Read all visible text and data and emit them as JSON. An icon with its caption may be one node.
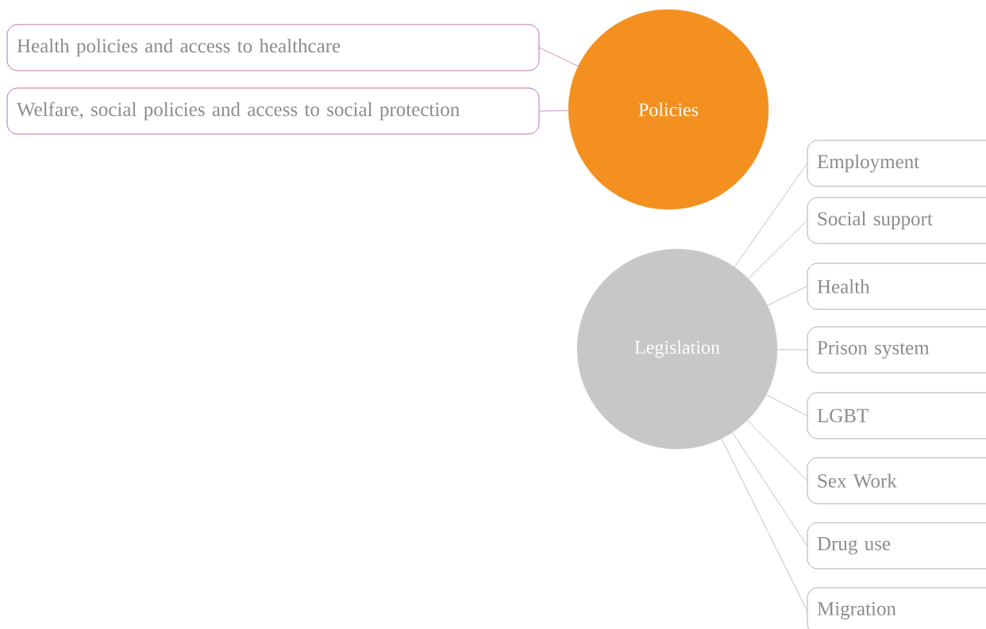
{
  "diagram": {
    "nodes": [
      {
        "text": [
          "Policies"
        ]
      },
      {
        "text": [
          "Health policies and access to healthcare"
        ]
      },
      {
        "text": [
          "Welfare, social policies and access to social protection"
        ]
      },
      {
        "text": [
          "Legislation"
        ]
      },
      {
        "text": [
          "Employment"
        ]
      },
      {
        "text": [
          "Social support"
        ]
      },
      {
        "text": [
          "Health"
        ]
      },
      {
        "text": [
          "Prison system"
        ]
      },
      {
        "text": [
          "LGBT"
        ]
      },
      {
        "text": [
          "Sex Work"
        ]
      },
      {
        "text": [
          "Drug use"
        ]
      },
      {
        "text": [
          "Migration"
        ]
      }
    ],
    "edges": [
      {
        "from": 0,
        "to": 1,
        "arrow": "none",
        "color": "#a64d9e"
      },
      {
        "from": 0,
        "to": 2,
        "arrow": "none",
        "color": "#a64d9e"
      },
      {
        "from": 3,
        "to": 4,
        "arrow": "none"
      },
      {
        "from": 3,
        "to": 5,
        "arrow": "none"
      },
      {
        "from": 3,
        "to": 6,
        "arrow": "none"
      },
      {
        "from": 3,
        "to": 7,
        "arrow": "none"
      },
      {
        "from": 3,
        "to": 8,
        "arrow": "none"
      },
      {
        "from": 3,
        "to": 9,
        "arrow": "none"
      },
      {
        "from": 3,
        "to": 10,
        "arrow": "none"
      },
      {
        "from": 3,
        "to": 11,
        "arrow": "none"
      }
    ]
  }
}
